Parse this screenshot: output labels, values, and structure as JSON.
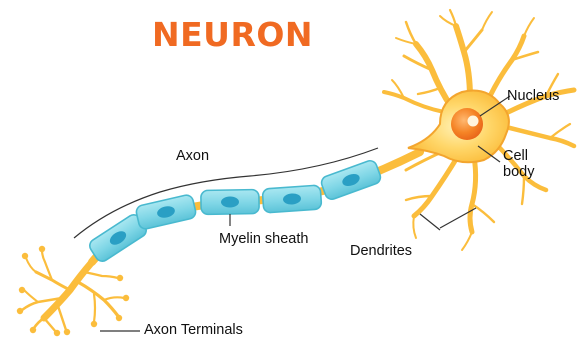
{
  "title": "NEURON",
  "labels": {
    "nucleus": "Nucleus",
    "cell_body_line1": "Cell",
    "cell_body_line2": "body",
    "axon": "Axon",
    "myelin_sheath": "Myelin sheath",
    "dendrites": "Dendrites",
    "axon_terminals": "Axon Terminals"
  },
  "colors": {
    "title": "#f06a22",
    "neuron_body": "#fbbd3c",
    "neuron_outline": "#f3a52e",
    "nucleus": "#f07c1c",
    "myelin_cell": "#7fd6e6",
    "myelin_border": "#49b9cf",
    "myelin_nucleus": "#2a9fc4",
    "leader_line": "#333333"
  }
}
